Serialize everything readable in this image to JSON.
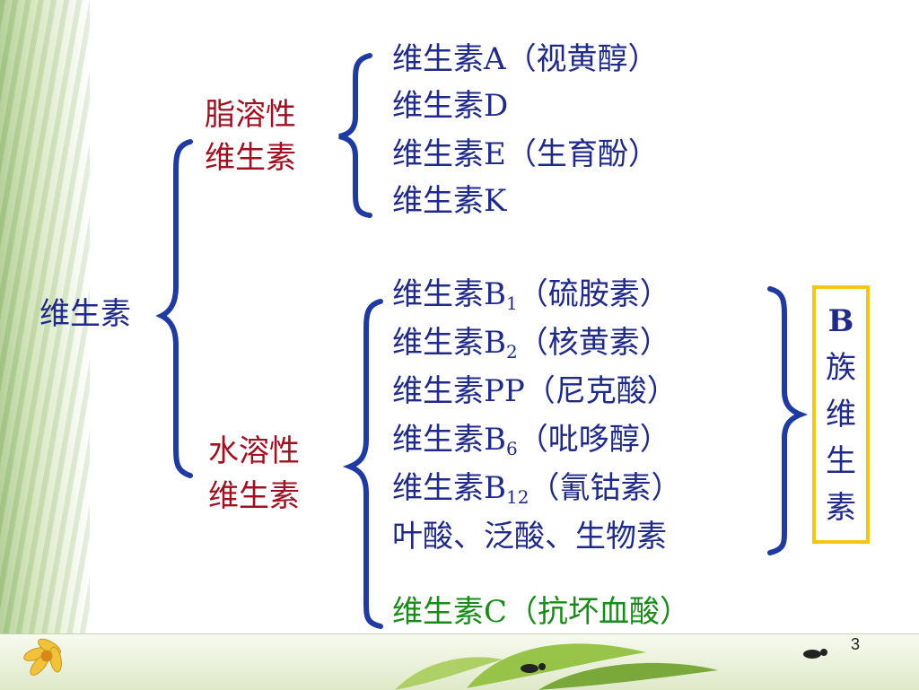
{
  "root": {
    "label": "维生素"
  },
  "fat_soluble": {
    "label_line1": "脂溶性",
    "label_line2": "维生素",
    "items": [
      {
        "name": "维生素A",
        "note": "（视黄醇）"
      },
      {
        "name": "维生素D",
        "note": ""
      },
      {
        "name": "维生素E",
        "note": "（生育酚）"
      },
      {
        "name": "维生素K",
        "note": ""
      }
    ]
  },
  "water_soluble": {
    "label_line1": "水溶性",
    "label_line2": "维生素",
    "b_items": [
      {
        "name": "维生素B",
        "sub": "1",
        "note": "（硫胺素）"
      },
      {
        "name": "维生素B",
        "sub": "2",
        "note": "（核黄素）"
      },
      {
        "name": "维生素PP",
        "sub": "",
        "note": "（尼克酸）"
      },
      {
        "name": "维生素B",
        "sub": "6",
        "note": "（吡哆醇）"
      },
      {
        "name": "维生素B",
        "sub": "12",
        "note": "（氰钴素）"
      },
      {
        "name": "叶酸、泛酸、生物素",
        "sub": "",
        "note": ""
      }
    ],
    "c_item": {
      "name": "维生素C",
      "note": "（抗坏血酸）"
    }
  },
  "b_group": {
    "chars": [
      "B",
      "族",
      "维",
      "生",
      "素"
    ]
  },
  "page_number": "3",
  "colors": {
    "blue": "#1f2a8a",
    "red": "#a01020",
    "green": "#1a8a1a",
    "brace": "#1f3aa0",
    "box": "#f5c518"
  }
}
